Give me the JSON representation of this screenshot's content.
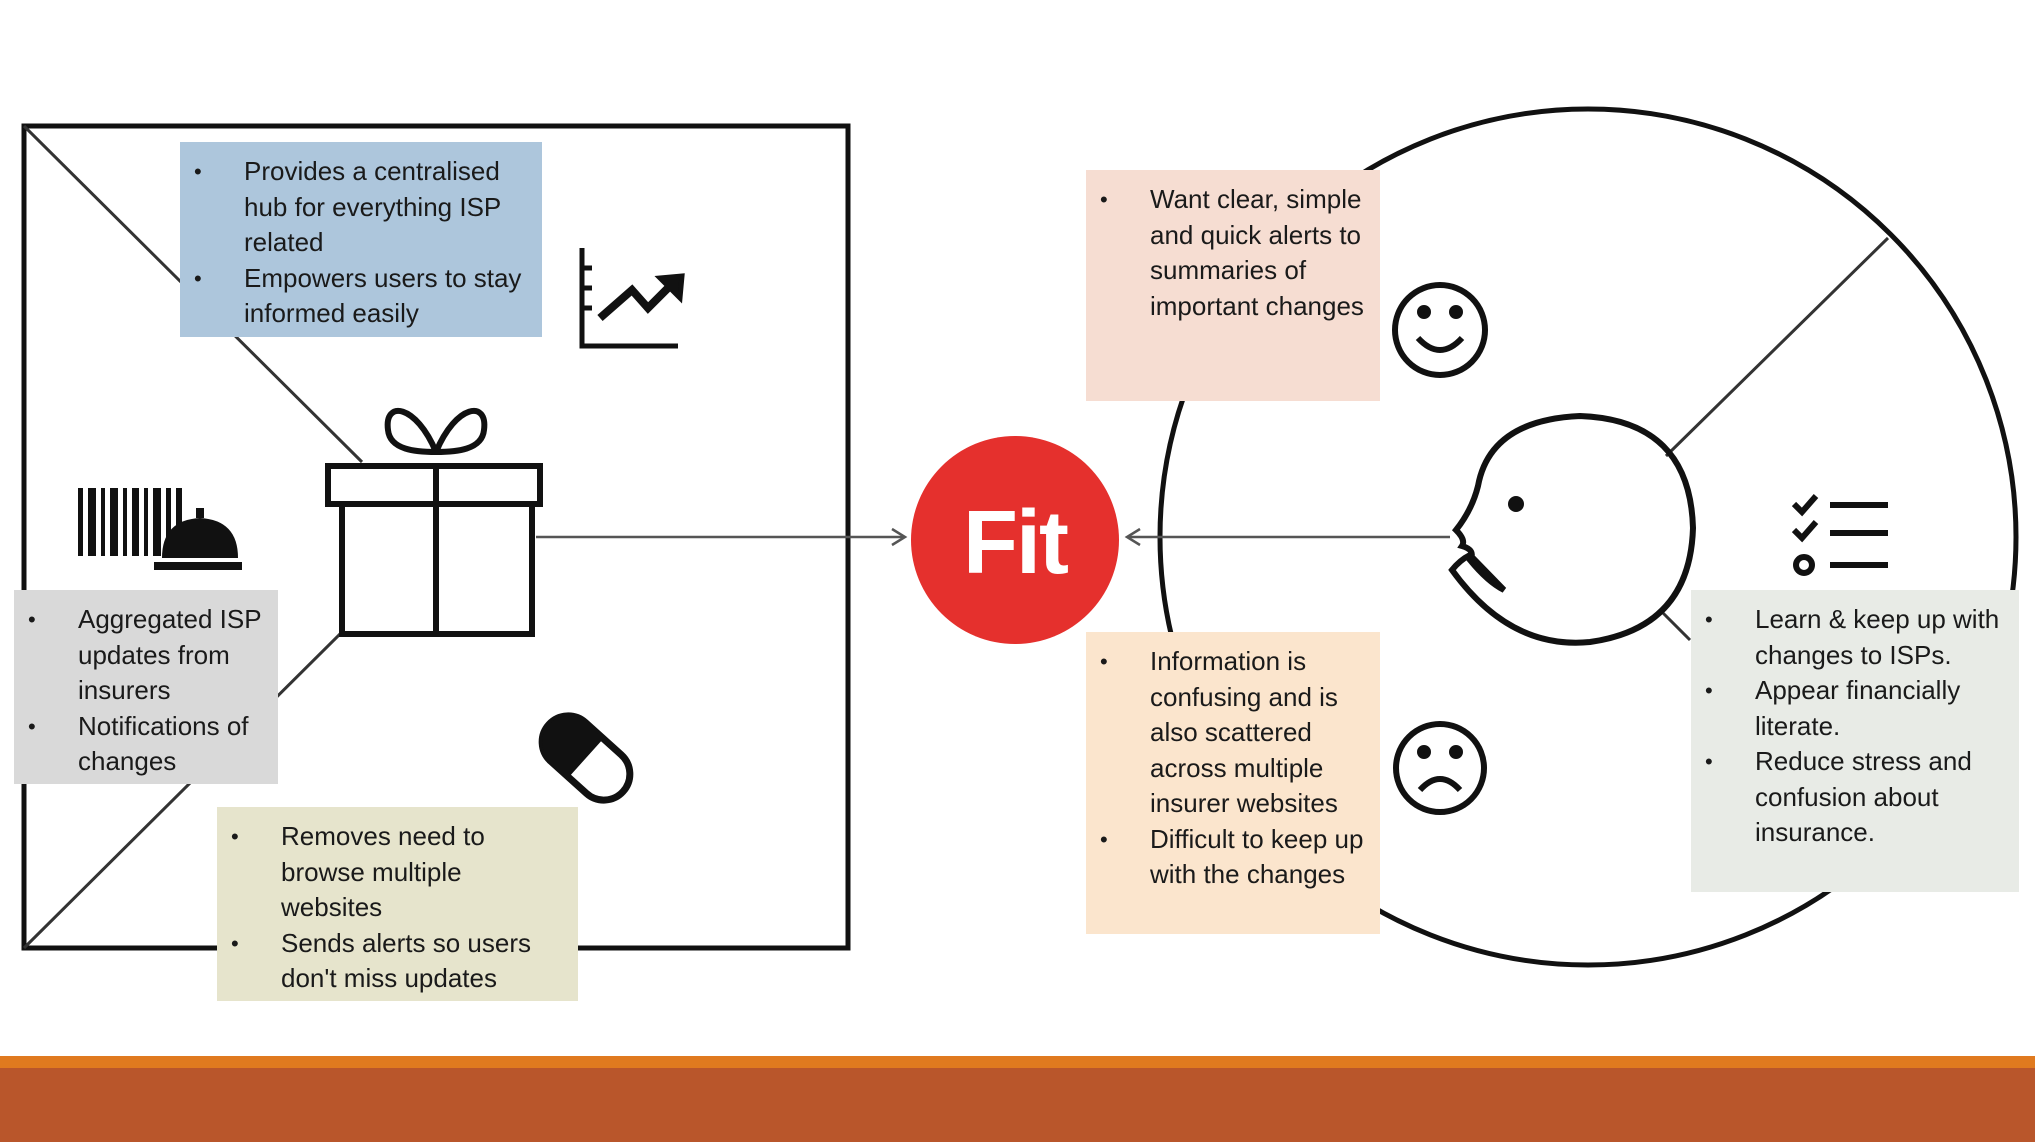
{
  "center_label": "Fit",
  "colors": {
    "blue_box": "#adc6dc",
    "gray_box": "#d9d9d9",
    "olive_box": "#e6e4cc",
    "pink_box": "#f6ddd2",
    "peach_box": "#fbe5cd",
    "light_gray_box": "#e8ebe6",
    "fit_circle": "#e5302d",
    "footer_orange": "#e07a1f",
    "footer_brown": "#b9562b"
  },
  "icons": [
    "gift-icon",
    "growth-chart-icon",
    "barcode-service-bell-icon",
    "pill-icon",
    "smiley-face-icon",
    "sad-face-icon",
    "face-profile-icon",
    "checklist-icon"
  ],
  "value_map": {
    "gain_creators": [
      "Provides a centralised hub for everything ISP related",
      "Empowers users to stay informed easily"
    ],
    "products_services": [
      "Aggregated ISP updates from insurers",
      "Notifications of changes"
    ],
    "pain_relievers": [
      "Removes need to browse multiple websites",
      "Sends alerts so users don't miss updates"
    ]
  },
  "customer_profile": {
    "gains": [
      "Want clear, simple and quick alerts to summaries of important changes"
    ],
    "pains": [
      "Information is confusing and is also scattered across multiple insurer websites",
      "Difficult to keep up with the changes"
    ],
    "jobs": [
      "Learn & keep up with changes to ISPs.",
      "Appear financially literate.",
      "Reduce stress and confusion about insurance."
    ]
  }
}
